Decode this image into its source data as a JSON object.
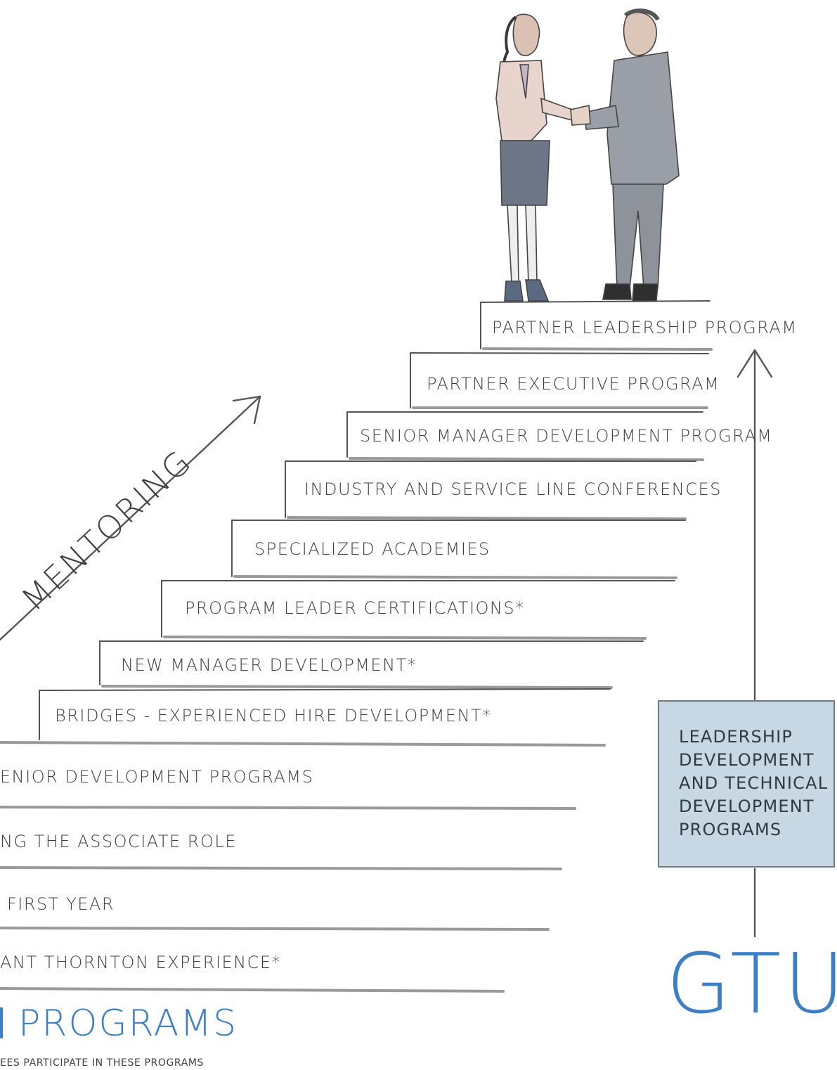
{
  "steps": [
    {
      "label": "PARTNER LEADERSHIP PROGRAM"
    },
    {
      "label": "PARTNER EXECUTIVE PROGRAM"
    },
    {
      "label": "SENIOR MANAGER DEVELOPMENT PROGRAM"
    },
    {
      "label": "INDUSTRY AND SERVICE LINE CONFERENCES"
    },
    {
      "label": "SPECIALIZED ACADEMIES"
    },
    {
      "label": "PROGRAM LEADER CERTIFICATIONS*"
    },
    {
      "label": "NEW MANAGER DEVELOPMENT*"
    },
    {
      "label": "BRIDGES - EXPERIENCED HIRE DEVELOPMENT*"
    },
    {
      "label": "ENIOR DEVELOPMENT PROGRAMS"
    },
    {
      "label": "NG THE ASSOCIATE ROLE"
    },
    {
      "label": "FIRST YEAR"
    },
    {
      "label": "ANT THORNTON EXPERIENCE*"
    }
  ],
  "mentoring": "MENTORING",
  "gtu_box": {
    "lines": [
      "LEADERSHIP",
      "DEVELOPMENT",
      "AND TECHNICAL",
      "DEVELOPMENT",
      "PROGRAMS"
    ]
  },
  "gtu_logo": "GTU",
  "programs_title": "PROGRAMS",
  "programs_note": "EES PARTICIPATE IN THESE PROGRAMS",
  "colors": {
    "accent_blue": "#3d7fc6",
    "box_fill": "#c7d8e4",
    "pencil": "#4a4a4a"
  },
  "illustration": {
    "figures": [
      "businesswoman-figure",
      "businessman-figure"
    ],
    "action": "handshake"
  }
}
